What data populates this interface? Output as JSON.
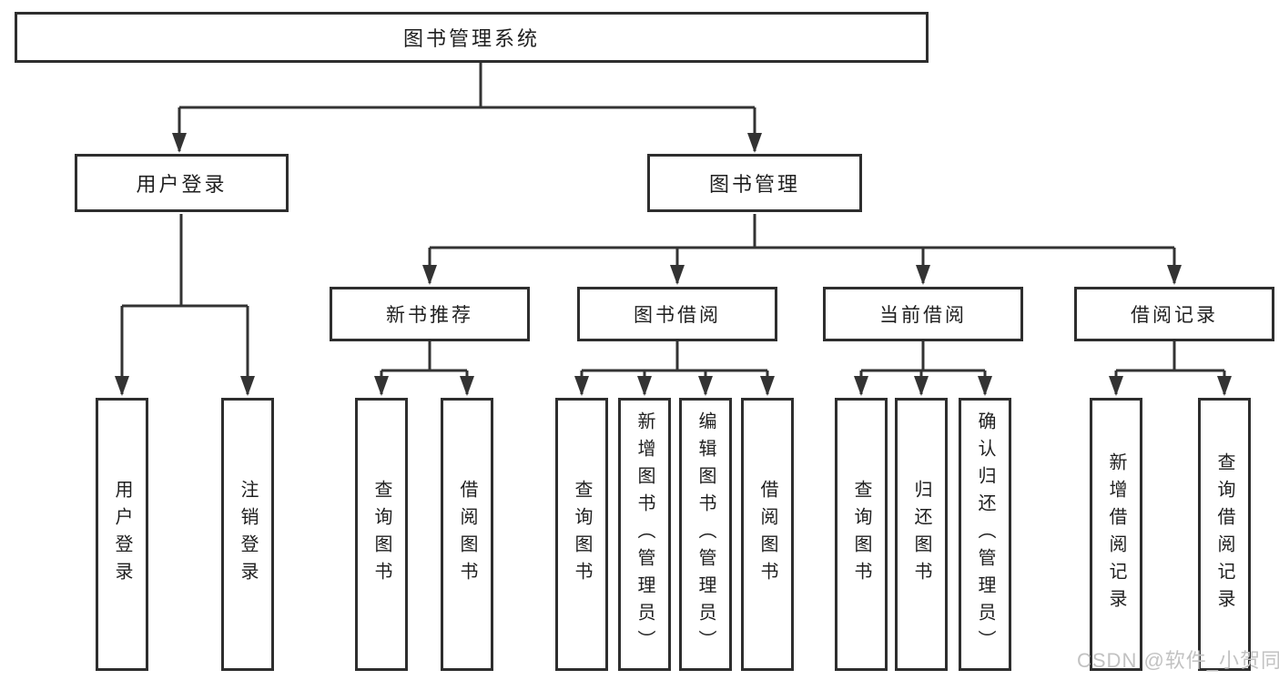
{
  "tree": {
    "label": "图书管理系统",
    "children": [
      {
        "label": "用户登录",
        "children": [
          {
            "label": "用户登录"
          },
          {
            "label": "注销登录"
          }
        ]
      },
      {
        "label": "图书管理",
        "children": [
          {
            "label": "新书推荐",
            "children": [
              {
                "label": "查询图书"
              },
              {
                "label": "借阅图书"
              }
            ]
          },
          {
            "label": "图书借阅",
            "children": [
              {
                "label": "查询图书"
              },
              {
                "label": "新增图书（管理员）"
              },
              {
                "label": "编辑图书（管理员）"
              },
              {
                "label": "借阅图书"
              }
            ]
          },
          {
            "label": "当前借阅",
            "children": [
              {
                "label": "查询图书"
              },
              {
                "label": "归还图书"
              },
              {
                "label": "确认归还（管理员）"
              }
            ]
          },
          {
            "label": "借阅记录",
            "children": [
              {
                "label": "新增借阅记录"
              },
              {
                "label": "查询借阅记录"
              }
            ]
          }
        ]
      }
    ]
  },
  "watermark": "CSDN @软件_小贺同学",
  "colors": {
    "line": "#333333",
    "box_border": "#2e2e2e",
    "text": "#1f1f1f",
    "background": "#ffffff",
    "watermark": "#c2c2c2"
  }
}
